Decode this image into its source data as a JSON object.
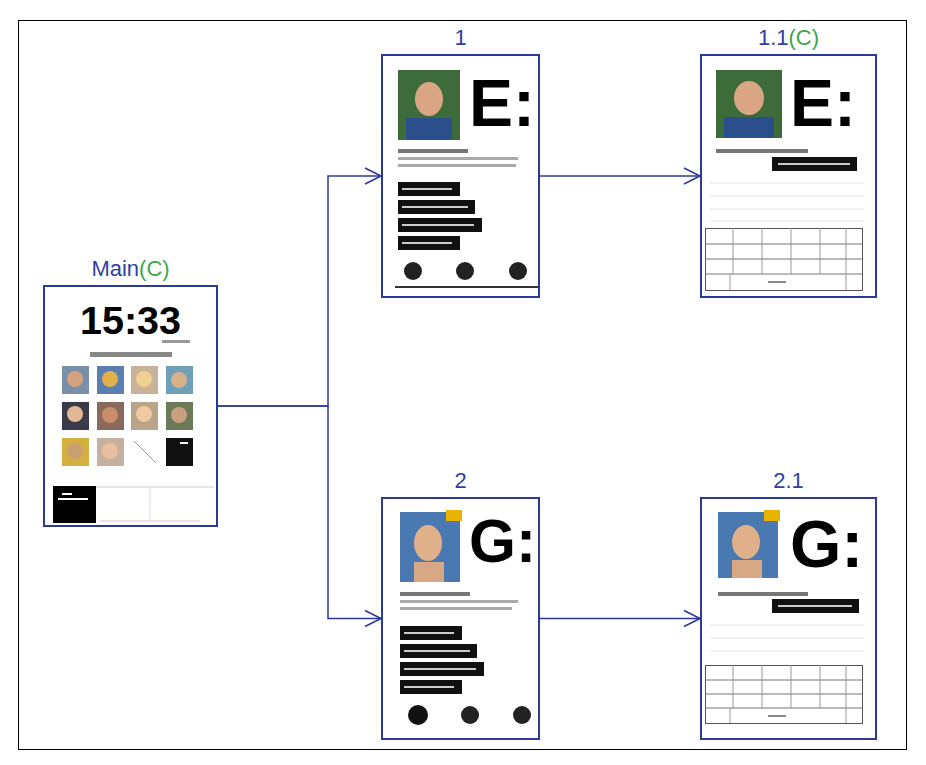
{
  "diagram": {
    "nodes": [
      {
        "text": [
          "Main",
          "(C)",
          "15:33"
        ]
      },
      {
        "text": [
          "1",
          "E:"
        ]
      },
      {
        "text": [
          "1.1",
          "(C)",
          "E:"
        ]
      },
      {
        "text": [
          "2",
          "G:"
        ]
      },
      {
        "text": [
          "2.1",
          "G:"
        ]
      }
    ],
    "edges": [
      {
        "from": 0,
        "to": 1,
        "arrow": "to"
      },
      {
        "from": 0,
        "to": 3,
        "arrow": "to"
      },
      {
        "from": 1,
        "to": 2,
        "arrow": "to"
      },
      {
        "from": 3,
        "to": 4,
        "arrow": "to"
      }
    ]
  }
}
